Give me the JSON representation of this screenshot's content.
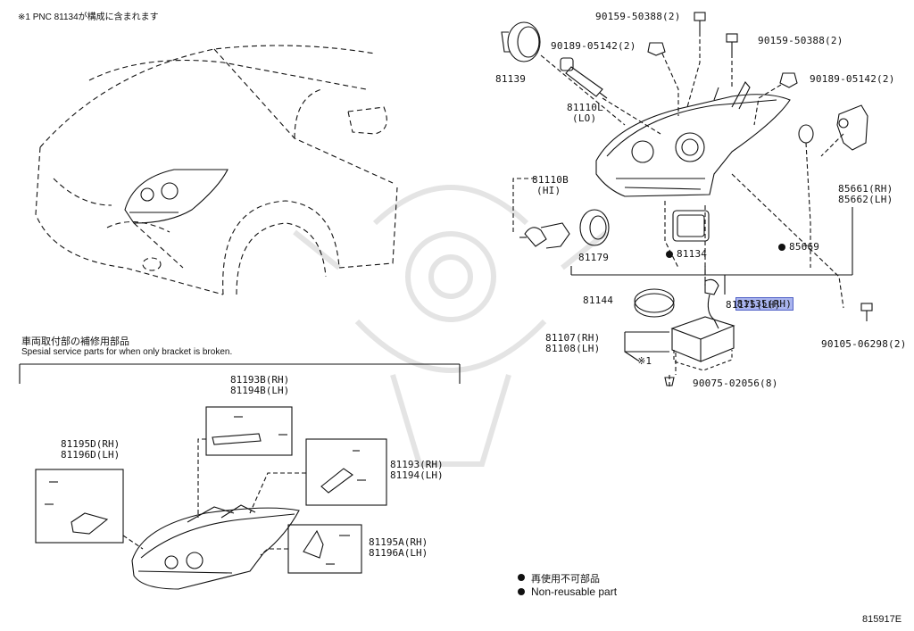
{
  "note_top": "※1 PNC 81134が構成に含まれます",
  "section_title_jp": "車両取付部の補修用部品",
  "section_title_en": "Spesial service parts for when only bracket is broken.",
  "legend": {
    "jp": "再使用不可部品",
    "en": "Non-reusable part"
  },
  "diagram_code": "815917E",
  "colors": {
    "highlight": "#a9b4ee",
    "line": "#111111",
    "watermark": "#e6e6e6"
  },
  "parts": {
    "p81139": "81139",
    "p81110L": "81110L",
    "p81110L_sub": "(LO)",
    "p81110B": "81110B",
    "p81110B_sub": "(HI)",
    "p81179": "81179",
    "p81134": "81134",
    "p85669": "85669",
    "p85661": "85661(RH)",
    "p85662": "85662(LH)",
    "p81144": "81144",
    "p81135": "81135(RH)",
    "p81175": "81175(LH)",
    "p81107": "81107(RH)",
    "p81108": "81108(LH)",
    "mark1": "※1",
    "b90159a": "90159-50388(2)",
    "b90189a": "90189-05142(2)",
    "b90159b": "90159-50388(2)",
    "b90189b": "90189-05142(2)",
    "b90105": "90105-06298(2)",
    "b90075": "90075-02056(8)",
    "p81193B": "81193B(RH)",
    "p81194B": "81194B(LH)",
    "p81195D": "81195D(RH)",
    "p81196D": "81196D(LH)",
    "p81193": "81193(RH)",
    "p81194": "81194(LH)",
    "p81195A": "81195A(RH)",
    "p81196A": "81196A(LH)"
  }
}
